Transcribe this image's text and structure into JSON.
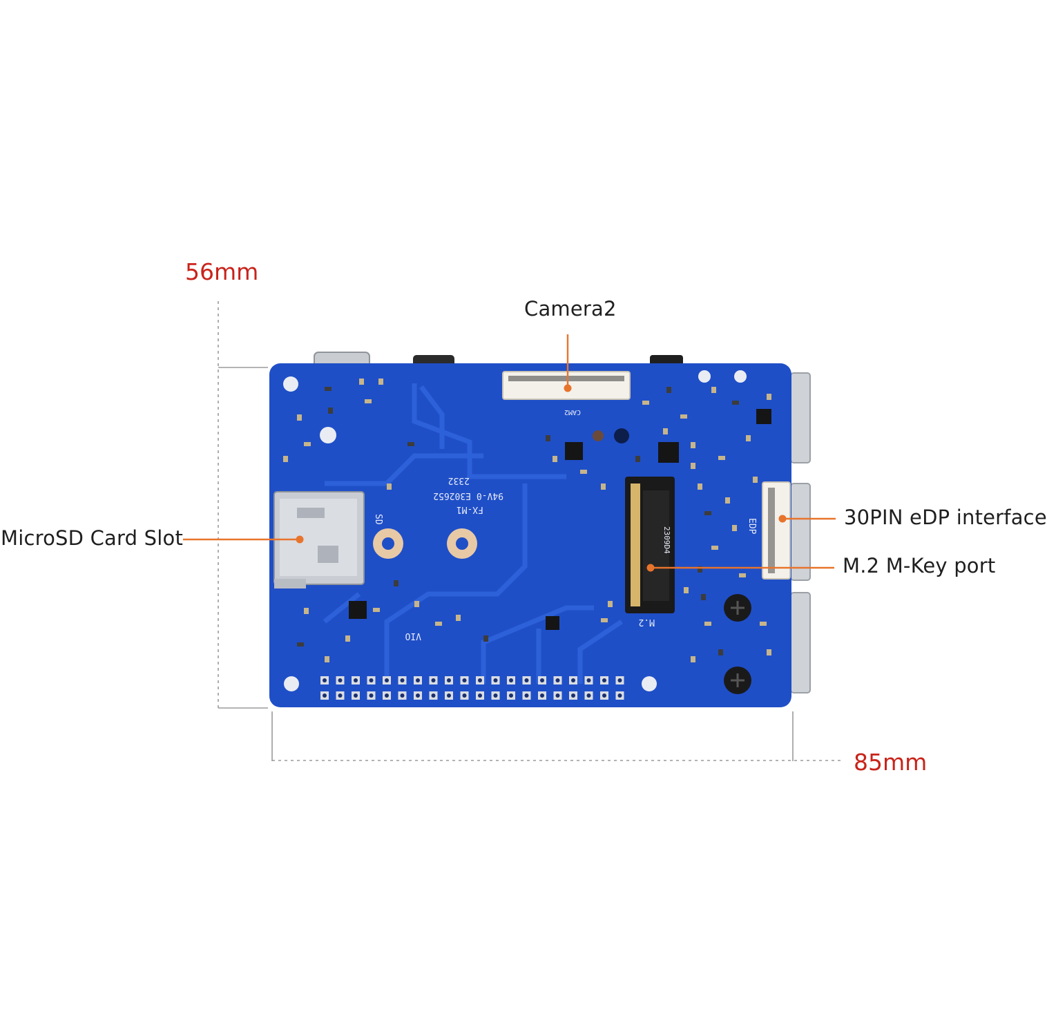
{
  "diagram": {
    "dimensions": {
      "height_label": "56mm",
      "width_label": "85mm",
      "color": "#c8231a"
    },
    "callouts": {
      "camera": "Camera2",
      "microsd": "MicroSD Card Slot",
      "edp": "30PIN eDP interface",
      "m2": "M.2 M-Key port"
    },
    "callout_color": "#e8742c",
    "board": {
      "color": "#1f4fc7",
      "silkscreen": {
        "model": "FX-M1",
        "code": "94V-0 E302652",
        "date": "2332",
        "sd": "SD",
        "m2": "M.2",
        "edp": "EDP",
        "chip": "2309D4",
        "vio": "VIO",
        "cam": "CAM2"
      }
    }
  }
}
